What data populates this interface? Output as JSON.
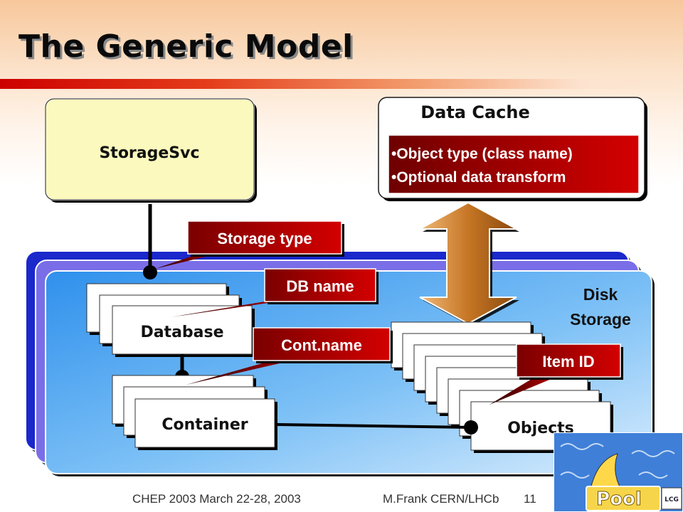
{
  "slide": {
    "title": "The Generic Model",
    "footer_left": "CHEP 2003 March 22-28, 2003",
    "footer_right": "M.Frank CERN/LHCb",
    "page_number": "11",
    "logo_text": "Pool",
    "logo_badge": "LCG"
  },
  "diagram": {
    "storage_svc": {
      "label": "StorageSvc"
    },
    "data_cache": {
      "title": "Data Cache",
      "bullets": [
        "•Object type (class name)",
        "•Optional data transform"
      ]
    },
    "disk_storage": {
      "line1": "Disk",
      "line2": "Storage"
    },
    "database": {
      "label": "Database"
    },
    "container": {
      "label": "Container"
    },
    "objects": {
      "label": "Objects"
    },
    "callouts": {
      "storage_type": "Storage type",
      "db_name": "DB name",
      "cont_name": "Cont.name",
      "item_id": "Item ID"
    },
    "colors": {
      "storage_svc_fill": "#fbf9bd",
      "callout_red": "#c00000",
      "cache_box_red": "#a80000",
      "arrow_orange": "#d68a3a",
      "panel_blue": "#4aa4f2",
      "panel_dark_blue": "#1a2ad0"
    }
  }
}
